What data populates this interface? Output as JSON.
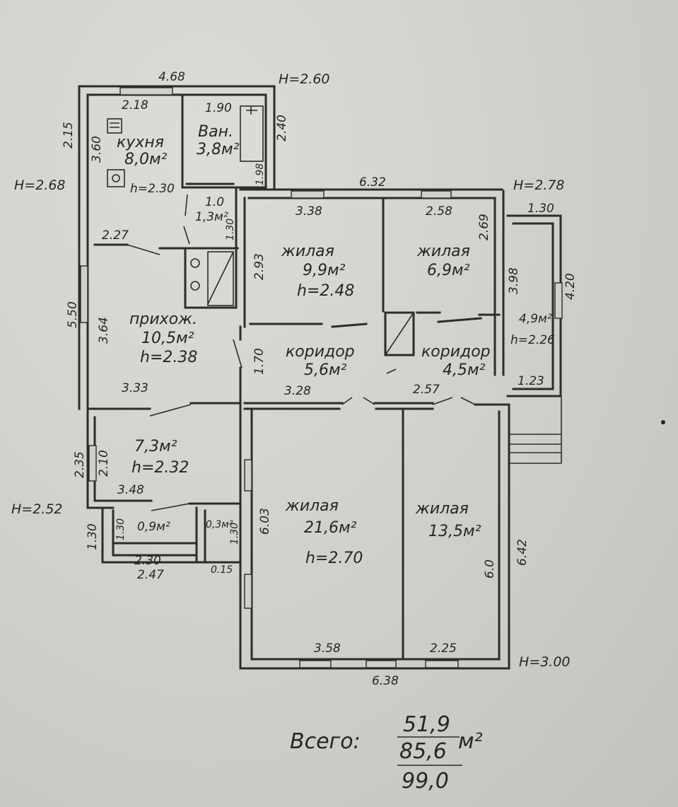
{
  "plan": {
    "heights": {
      "h_top": "H=2.60",
      "h_left_top": "H=2.68",
      "h_right_top": "H=2.78",
      "h_left_bottom": "H=2.52",
      "h_right_bottom": "H=3.00"
    },
    "rooms": {
      "kitchen": {
        "name": "кухня",
        "area": "8,0м²",
        "height": "h=2.30"
      },
      "bath": {
        "name": "Ван.",
        "area": "3,8м²"
      },
      "wc": {
        "dim": "1.0",
        "area": "1,3м²"
      },
      "living1": {
        "name": "жилая",
        "area": "9,9м²",
        "height": "h=2.48"
      },
      "living2": {
        "name": "жилая",
        "area": "6,9м²"
      },
      "veranda": {
        "area": "4,9м²",
        "height": "h=2.26"
      },
      "hall": {
        "name": "прихож.",
        "area": "10,5м²",
        "height": "h=2.38"
      },
      "corridor1": {
        "name": "коридор",
        "area": "5,6м²"
      },
      "corridor2": {
        "name": "коридор",
        "area": "4,5м²"
      },
      "room7": {
        "area": "7,3м²",
        "height": "h=2.32"
      },
      "small1": {
        "area": "0,9м²"
      },
      "small2": {
        "area": "0,3м²"
      },
      "living3": {
        "name": "жилая",
        "area": "21,6м²",
        "height": "h=2.70"
      },
      "living4": {
        "name": "жилая",
        "area": "13,5м²"
      }
    },
    "dims": {
      "d468": "4.68",
      "d218": "2.18",
      "d190": "1.90",
      "d240": "2.40",
      "d215": "2.15",
      "d360": "3.60",
      "d198": "1.98",
      "d632": "6.32",
      "d338": "3.38",
      "d258": "2.58",
      "d269": "2.69",
      "d130a": "1.30",
      "d130b": "1.30",
      "d227": "2.27",
      "d293": "2.93",
      "d398": "3.98",
      "d420": "4.20",
      "d550": "5.50",
      "d364": "3.64",
      "d170": "1.70",
      "d123": "1.23",
      "d333": "3.33",
      "d328": "3.28",
      "d257": "2.57",
      "d235": "2.35",
      "d210": "2.10",
      "d348": "3.48",
      "d130c": "1.30",
      "d130d": "1.30",
      "d130e": "1.30",
      "d603": "6.03",
      "d60": "6.0",
      "d642": "6.42",
      "d230": "2.30",
      "d247": "2.47",
      "d015": "0.15",
      "d358": "3.58",
      "d225": "2.25",
      "d638": "6.38"
    }
  },
  "totals": {
    "label": "Всего:",
    "living": "51,9",
    "useful": "85,6",
    "unit": "м²",
    "total": "99,0"
  }
}
